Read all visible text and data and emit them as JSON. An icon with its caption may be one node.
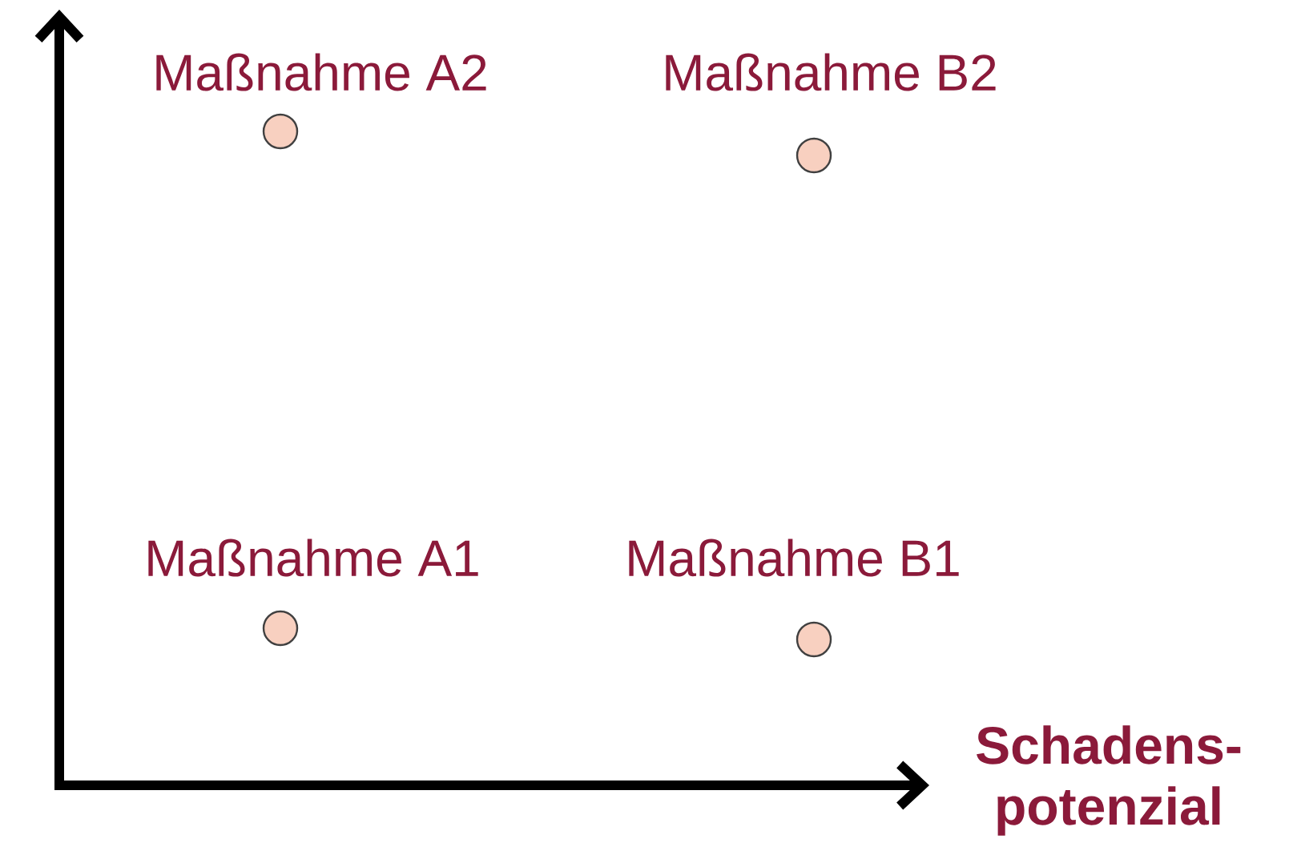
{
  "diagram": {
    "nodes": [
      {
        "text": [],
        "shape": "circle",
        "beside": [
          "Maßnahme A2"
        ]
      },
      {
        "text": [],
        "shape": "circle",
        "beside": [
          "Maßnahme B2"
        ]
      },
      {
        "text": [],
        "shape": "circle",
        "beside": [
          "Maßnahme A1"
        ]
      },
      {
        "text": [],
        "shape": "circle",
        "beside": [
          "Maßnahme B1"
        ]
      }
    ],
    "edges": [],
    "labels": [
      "Schadens- potenzial"
    ]
  }
}
